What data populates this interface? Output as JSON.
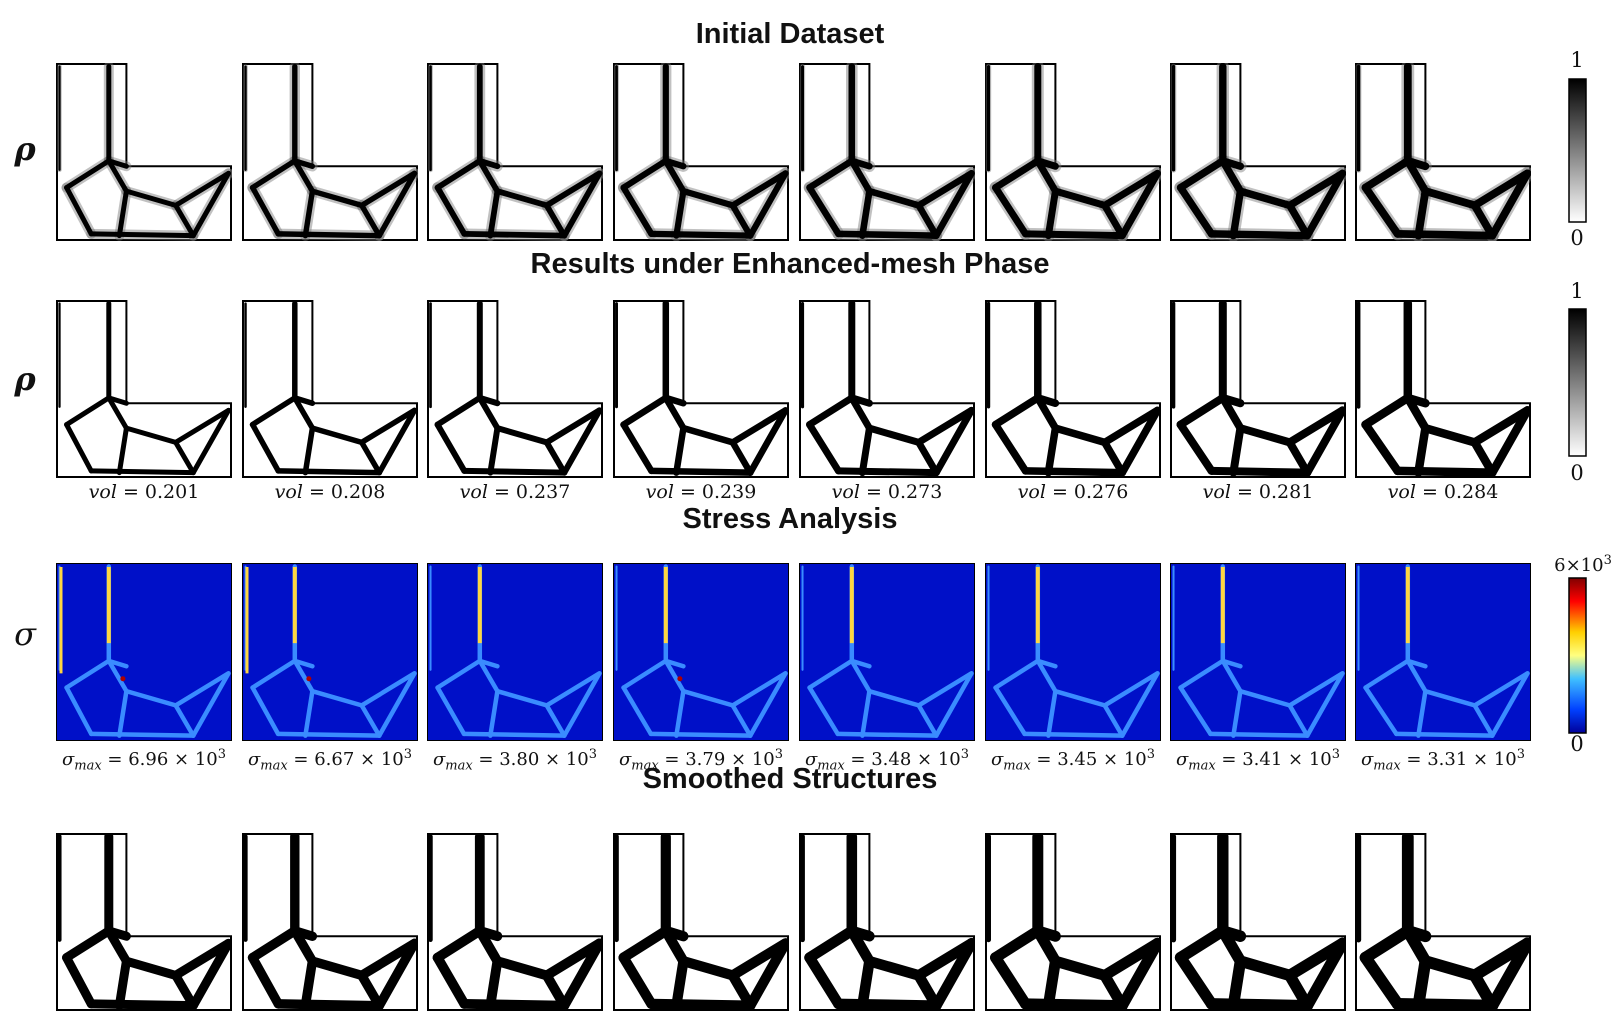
{
  "titles": {
    "initial": "Initial Dataset",
    "enhanced": "Results under Enhanced-mesh Phase",
    "stress": "Stress Analysis",
    "smoothed": "Smoothed Structures"
  },
  "row_symbols": {
    "rho1": "ρ",
    "rho2": "ρ",
    "sigma": "σ"
  },
  "volumes": [
    {
      "label": "vol",
      "value": "= 0.201"
    },
    {
      "label": "vol",
      "value": "= 0.208"
    },
    {
      "label": "vol",
      "value": "= 0.237"
    },
    {
      "label": "vol",
      "value": "= 0.239"
    },
    {
      "label": "vol",
      "value": "= 0.273"
    },
    {
      "label": "vol",
      "value": "= 0.276"
    },
    {
      "label": "vol",
      "value": "= 0.281"
    },
    {
      "label": "vol",
      "value": "= 0.284"
    }
  ],
  "sigma_max": [
    {
      "sym": "σ",
      "sub": "max",
      "value": "= 6.96 × 10",
      "exp": "3"
    },
    {
      "sym": "σ",
      "sub": "max",
      "value": "= 6.67 × 10",
      "exp": "3"
    },
    {
      "sym": "σ",
      "sub": "max",
      "value": "= 3.80 × 10",
      "exp": "3"
    },
    {
      "sym": "σ",
      "sub": "max",
      "value": "= 3.79 × 10",
      "exp": "3"
    },
    {
      "sym": "σ",
      "sub": "max",
      "value": "= 3.48 × 10",
      "exp": "3"
    },
    {
      "sym": "σ",
      "sub": "max",
      "value": "= 3.45 × 10",
      "exp": "3"
    },
    {
      "sym": "σ",
      "sub": "max",
      "value": "= 3.41 × 10",
      "exp": "3"
    },
    {
      "sym": "σ",
      "sub": "max",
      "value": "= 3.31 × 10",
      "exp": "3"
    }
  ],
  "colorbars": {
    "density1": {
      "max": "1",
      "min": "0"
    },
    "density2": {
      "max": "1",
      "min": "0"
    },
    "stress": {
      "max_base": "6×10",
      "max_exp": "3",
      "min": "0"
    }
  },
  "colors": {
    "stress_background": "#0010c8",
    "stress_low": "#3a8cff",
    "stress_mid": "#ffd640",
    "stress_high": "#b00000"
  }
}
